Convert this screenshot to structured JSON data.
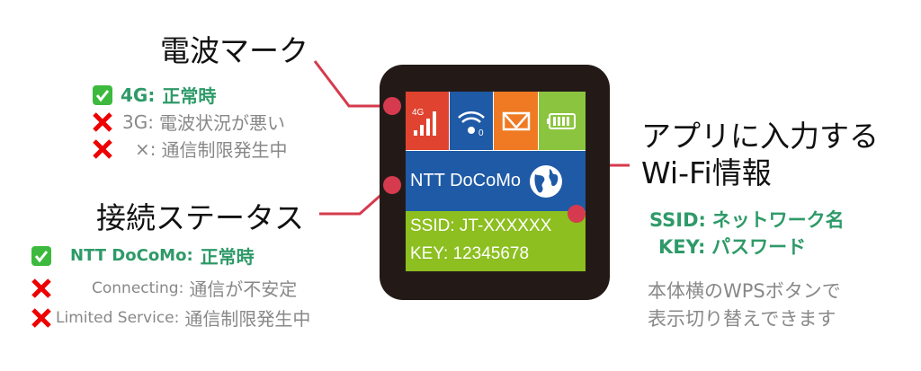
{
  "labels": {
    "signal": "電波マーク",
    "connection": "接続ステータス",
    "app_line1": "アプリに入力する",
    "app_line2": "Wi-Fi情報"
  },
  "signal_list": [
    {
      "icon": "check",
      "key": "4G:",
      "value": "正常時"
    },
    {
      "icon": "cross",
      "key": "3G:",
      "value": "電波状況が悪い"
    },
    {
      "icon": "cross",
      "key": "×:",
      "value": "通信制限発生中"
    }
  ],
  "connection_list": [
    {
      "icon": "check",
      "key": "NTT DoCoMo:",
      "value": "正常時"
    },
    {
      "icon": "cross",
      "key": "Connecting:",
      "value": "通信が不安定"
    },
    {
      "icon": "cross",
      "key": "Limited Service:",
      "value": "通信制限発生中"
    }
  ],
  "wifi_info": {
    "ssid_key": "SSID:",
    "ssid_value": "ネットワーク名",
    "key_key": "KEY:",
    "key_value": "パスワード",
    "note_line1": "本体横のWPSボタンで",
    "note_line2": "表示切り替えできます"
  },
  "device": {
    "signal_label": "4G",
    "wifi_clients": "0",
    "carrier": "NTT DoCoMo",
    "ssid": "SSID: JT-XXXXXX",
    "key": "KEY: 12345678"
  },
  "colors": {
    "red": "#e0432f",
    "blue": "#1f5aa6",
    "orange": "#ef7a23",
    "green": "#8bc53f",
    "band_green": "#8cbf1f",
    "accent_line": "#d63a4e",
    "text_green": "#2e9a68"
  }
}
